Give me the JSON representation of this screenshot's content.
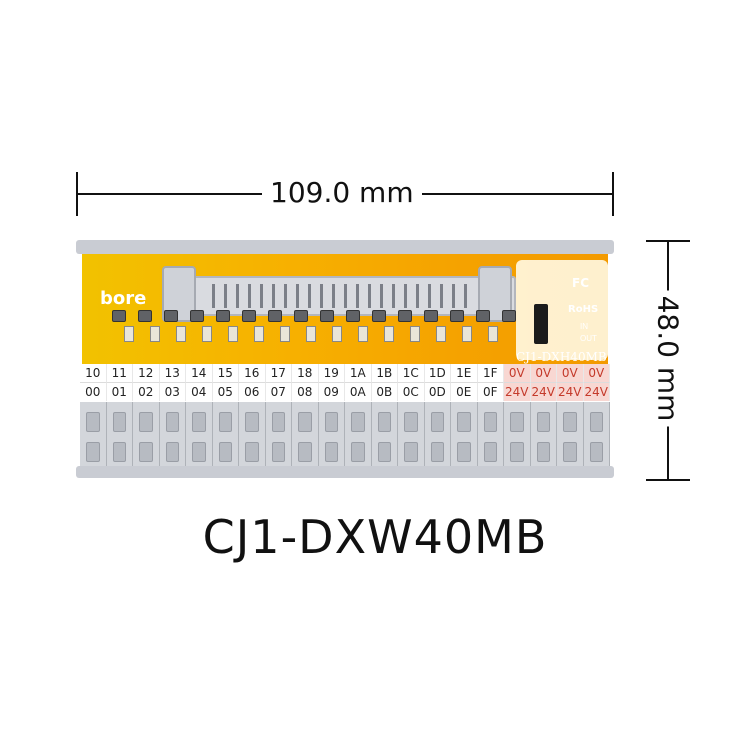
{
  "dimensions": {
    "width_label": "109.0 mm",
    "height_label": "48.0 mm"
  },
  "product": {
    "title": "CJ1-DXW40MB",
    "pcb_model": "CJ1-DXH40MB",
    "brand": "bore",
    "fc_mark": "FC",
    "rohs_mark": "RoHS",
    "led_in": "IN",
    "led_out": "OUT"
  },
  "terminal_labels": {
    "top_row": [
      "10",
      "11",
      "12",
      "13",
      "14",
      "15",
      "16",
      "17",
      "18",
      "19",
      "1A",
      "1B",
      "1C",
      "1D",
      "1E",
      "1F",
      "0V",
      "0V",
      "0V",
      "0V"
    ],
    "bottom_row": [
      "00",
      "01",
      "02",
      "03",
      "04",
      "05",
      "06",
      "07",
      "08",
      "09",
      "0A",
      "0B",
      "0C",
      "0D",
      "0E",
      "0F",
      "24V",
      "24V",
      "24V",
      "24V"
    ]
  },
  "colors": {
    "pcb": "#f5a300",
    "power_label_bg": "#f8d7d2",
    "power_label_text": "#c43a2b",
    "terminal_block": "#d3d6db"
  }
}
